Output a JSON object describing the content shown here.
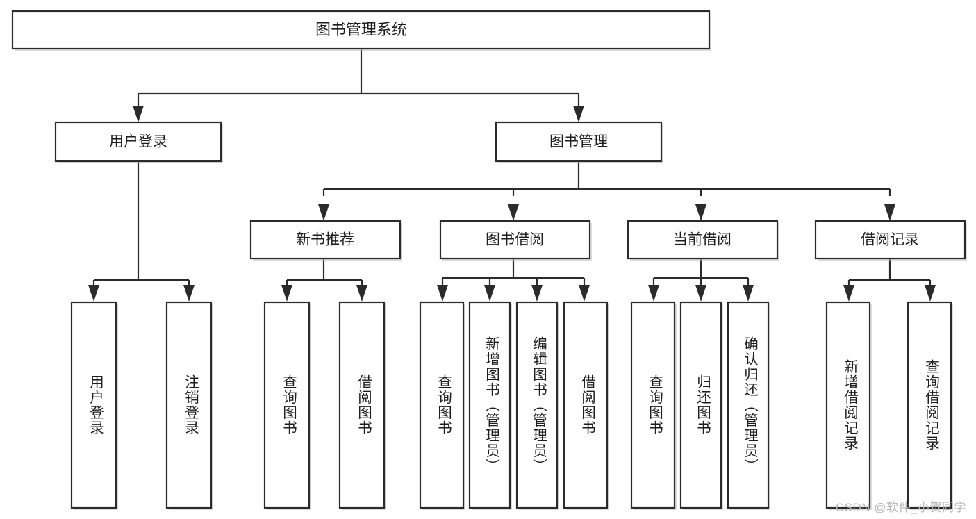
{
  "diagram": {
    "type": "tree",
    "title": "图书管理系统",
    "orientation": "top-down",
    "theme": {
      "background": "#ffffff",
      "box_fill": "#ffffff",
      "box_stroke": "#2b2b2b",
      "text_color": "#1d1d1d",
      "edge_color": "#2b2b2b",
      "watermark_color": "#b6b6b6"
    },
    "levels": {
      "root": "图书管理系统",
      "level2": [
        "用户登录",
        "图书管理"
      ],
      "level3": [
        "新书推荐",
        "图书借阅",
        "当前借阅",
        "借阅记录"
      ]
    },
    "root": {
      "label": "图书管理系统",
      "orientation": "horizontal"
    },
    "nodes": {
      "user_login": {
        "label": "用户登录",
        "orientation": "horizontal",
        "children": [
          {
            "label": "用户登录",
            "orientation": "vertical"
          },
          {
            "label": "注销登录",
            "orientation": "vertical"
          }
        ]
      },
      "book_manage": {
        "label": "图书管理",
        "orientation": "horizontal",
        "children": [
          {
            "label": "新书推荐",
            "orientation": "horizontal",
            "children": [
              {
                "label": "查询图书",
                "orientation": "vertical"
              },
              {
                "label": "借阅图书",
                "orientation": "vertical"
              }
            ]
          },
          {
            "label": "图书借阅",
            "orientation": "horizontal",
            "children": [
              {
                "label": "查询图书",
                "orientation": "vertical"
              },
              {
                "label": "新增图书（管理员）",
                "orientation": "vertical"
              },
              {
                "label": "编辑图书（管理员）",
                "orientation": "vertical"
              },
              {
                "label": "借阅图书",
                "orientation": "vertical"
              }
            ]
          },
          {
            "label": "当前借阅",
            "orientation": "horizontal",
            "children": [
              {
                "label": "查询图书",
                "orientation": "vertical"
              },
              {
                "label": "归还图书",
                "orientation": "vertical"
              },
              {
                "label": "确认归还（管理员）",
                "orientation": "vertical"
              }
            ]
          },
          {
            "label": "借阅记录",
            "orientation": "horizontal",
            "children": [
              {
                "label": "新增借阅记录",
                "orientation": "vertical"
              },
              {
                "label": "查询借阅记录",
                "orientation": "vertical"
              }
            ]
          }
        ]
      }
    }
  },
  "watermark": {
    "text": "CSDN @软件_小贺同学"
  }
}
